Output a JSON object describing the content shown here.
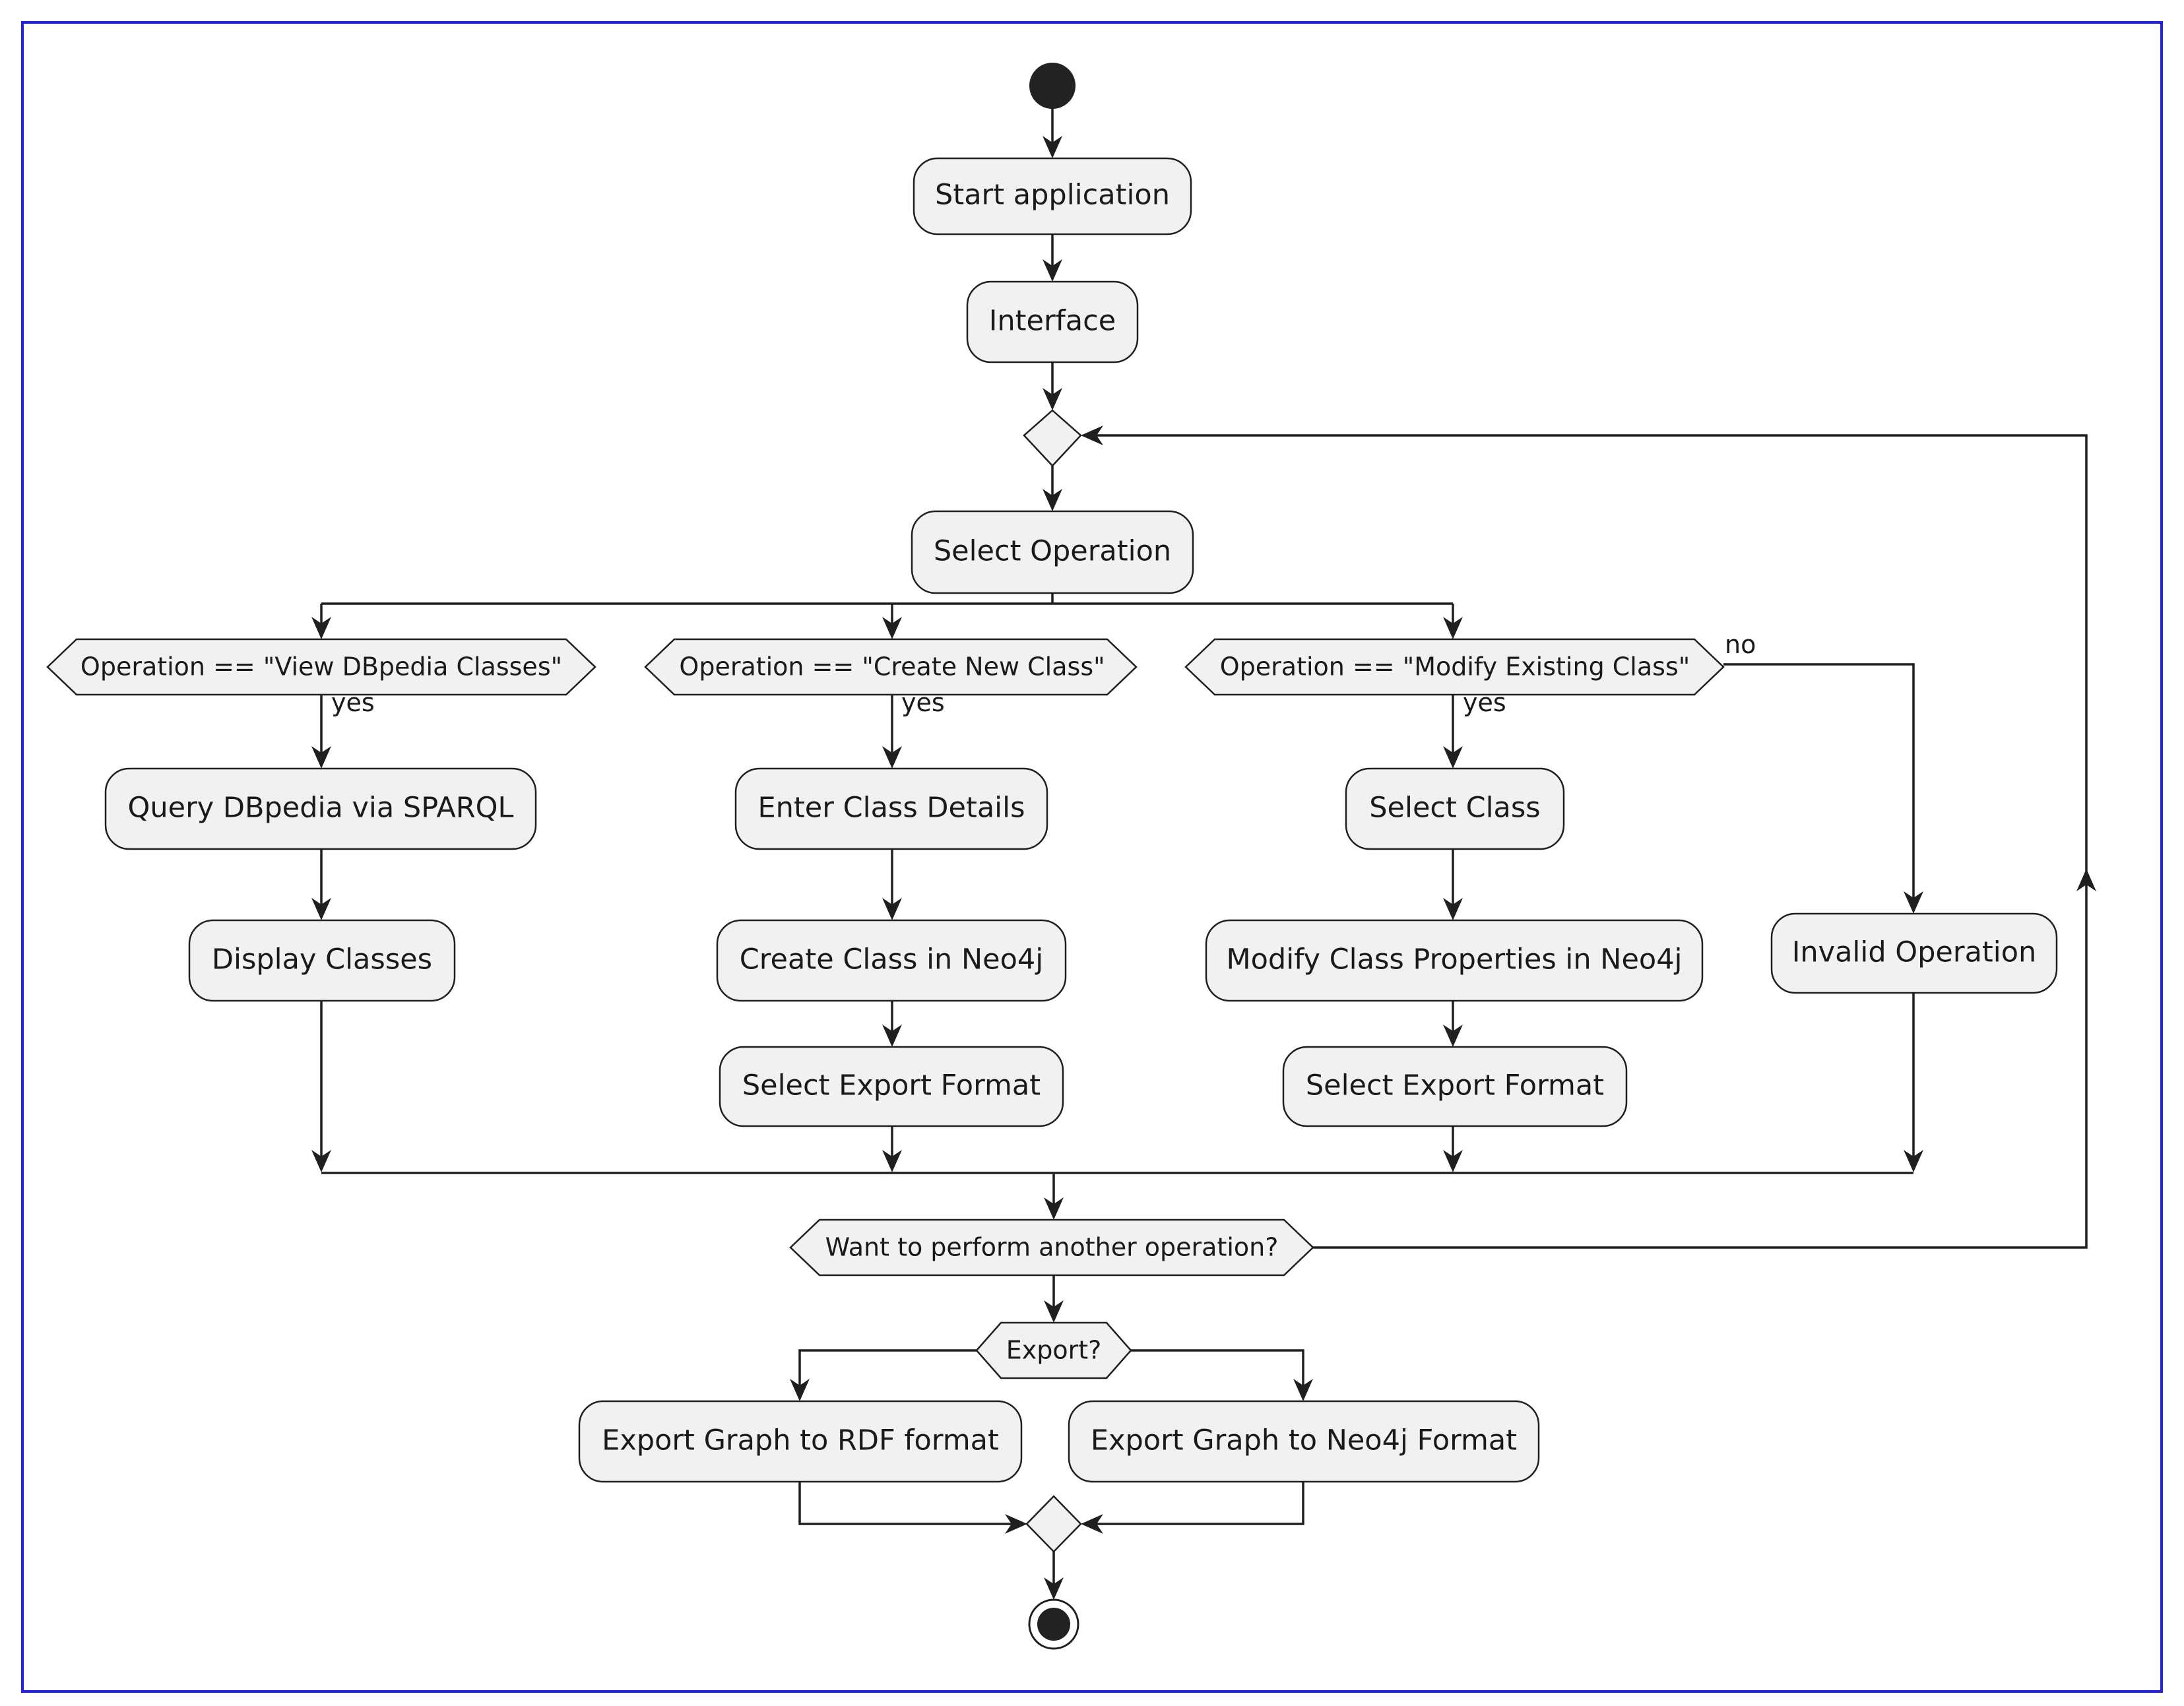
{
  "diagram": {
    "actions": {
      "start_application": "Start application",
      "interface": "Interface",
      "select_operation": "Select Operation",
      "query_dbpedia": "Query DBpedia via SPARQL",
      "display_classes": "Display Classes",
      "enter_class_details": "Enter Class Details",
      "create_class": "Create Class in Neo4j",
      "select_export_format_1": "Select Export Format",
      "select_class": "Select Class",
      "modify_class_properties": "Modify Class Properties in Neo4j",
      "select_export_format_2": "Select Export Format",
      "invalid_operation": "Invalid Operation",
      "export_rdf": "Export Graph to RDF format",
      "export_neo4j": "Export Graph to Neo4j Format"
    },
    "conditions": {
      "view_dbpedia": "Operation == \"View DBpedia Classes\"",
      "create_new": "Operation == \"Create New Class\"",
      "modify_existing": "Operation == \"Modify Existing Class\"",
      "another_operation": "Want to perform another operation?",
      "export": "Export?"
    },
    "labels": {
      "yes_1": "yes",
      "yes_2": "yes",
      "yes_3": "yes",
      "no": "no"
    }
  }
}
